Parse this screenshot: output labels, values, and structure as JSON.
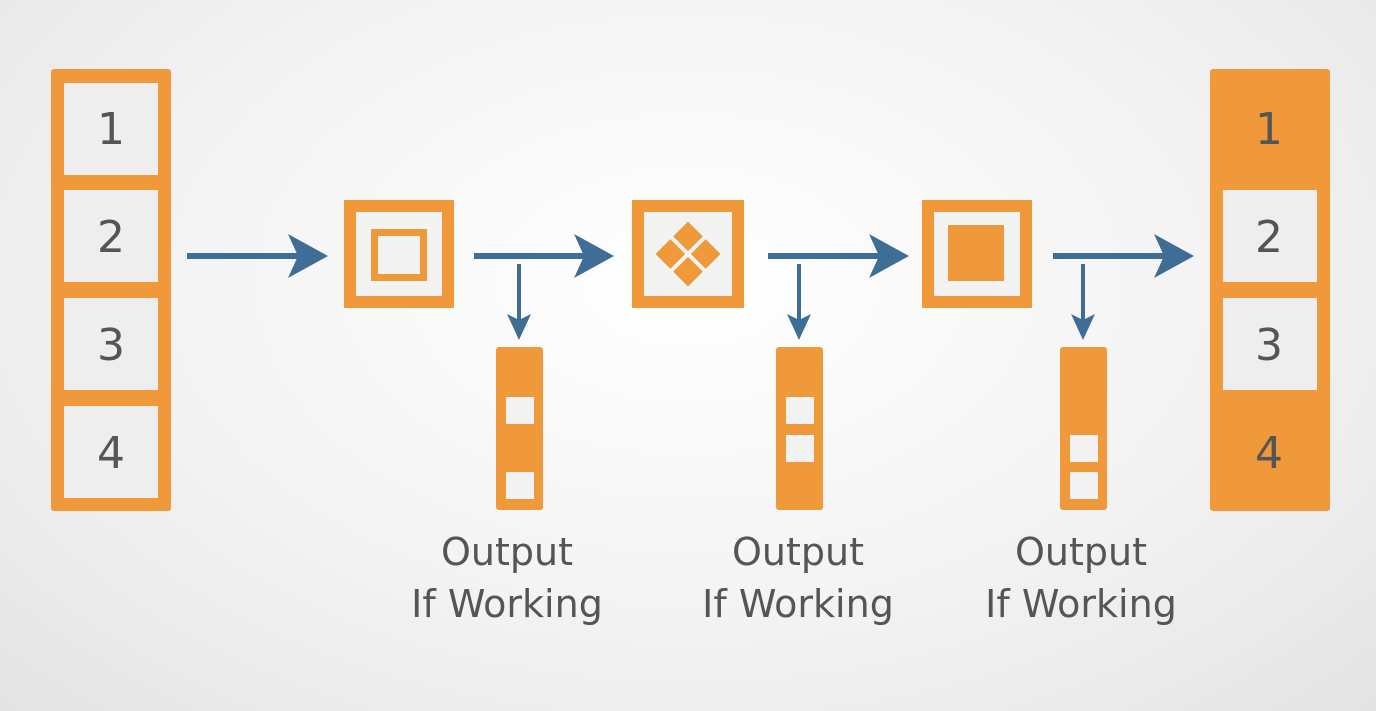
{
  "colors": {
    "orange": "#f0993a",
    "cell_fill": "#eeeeee",
    "arrow": "#3e6d96",
    "text": "#555555"
  },
  "input_column": {
    "cells": [
      "1",
      "2",
      "3",
      "4"
    ]
  },
  "stages": [
    {
      "icon": "hollow-square-icon",
      "caption": {
        "line1": "Output",
        "line2": "If Working"
      }
    },
    {
      "icon": "four-diamonds-icon",
      "caption": {
        "line1": "Output",
        "line2": "If Working"
      }
    },
    {
      "icon": "filled-square-icon",
      "caption": {
        "line1": "Output",
        "line2": "If Working"
      }
    }
  ],
  "output_column": {
    "cells": [
      "1",
      "2",
      "3",
      "4"
    ],
    "filled_cells": [
      true,
      false,
      false,
      true
    ]
  }
}
